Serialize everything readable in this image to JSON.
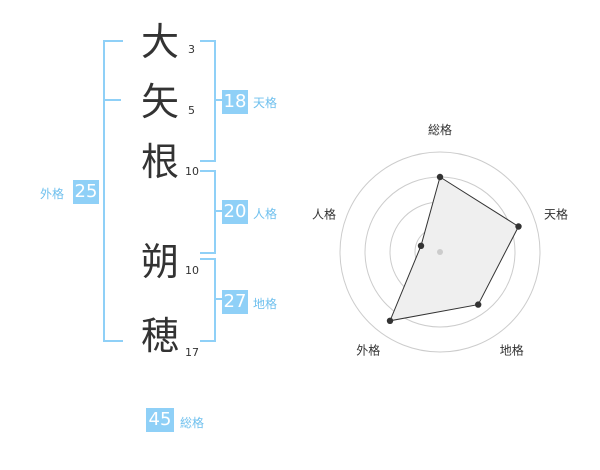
{
  "name_chars": [
    {
      "char": "大",
      "strokes": "3"
    },
    {
      "char": "矢",
      "strokes": "5"
    },
    {
      "char": "根",
      "strokes": "10"
    },
    {
      "char": "朔",
      "strokes": "10"
    },
    {
      "char": "穂",
      "strokes": "17"
    }
  ],
  "ten_kaku": {
    "value": "18",
    "label": "天格"
  },
  "jin_kaku": {
    "value": "20",
    "label": "人格"
  },
  "chi_kaku": {
    "value": "27",
    "label": "地格"
  },
  "gai_kaku": {
    "value": "25",
    "label": "外格"
  },
  "sou_kaku": {
    "value": "45",
    "label": "総格"
  },
  "colors": {
    "accent": "#8fd0f7",
    "label": "#6fc0ee",
    "text": "#333333"
  },
  "chart_data": {
    "type": "radar",
    "axes": [
      "総格",
      "天格",
      "地格",
      "外格",
      "人格"
    ],
    "max": 4,
    "rings": 4,
    "values": [
      3.0,
      3.3,
      2.6,
      3.4,
      0.8
    ]
  }
}
